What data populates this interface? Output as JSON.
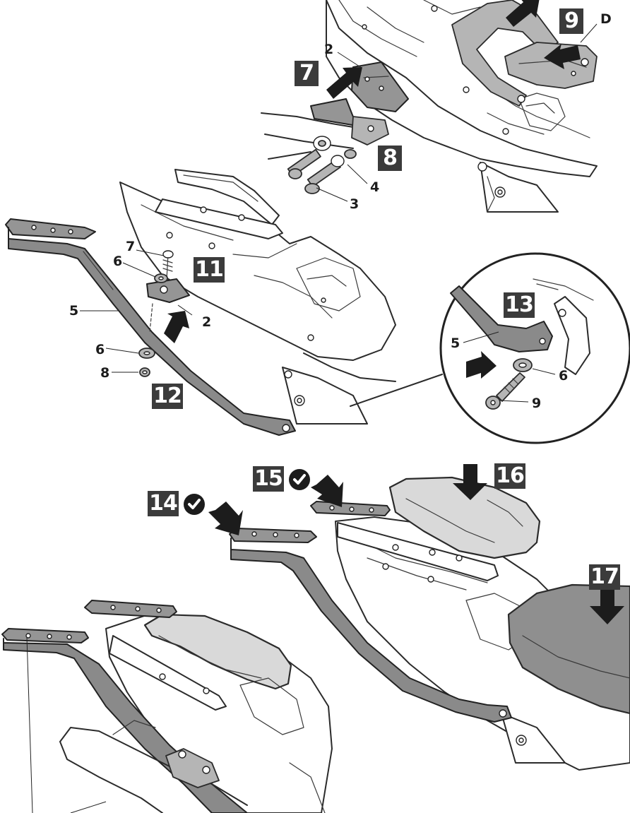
{
  "steps": {
    "s7": "7",
    "s8": "8",
    "s9": "9",
    "s11": "11",
    "s12": "12",
    "s13": "13",
    "s14": "14",
    "s15": "15",
    "s16": "16",
    "s17": "17"
  },
  "parts": {
    "p2_top": "2",
    "p4": "4",
    "p3": "3",
    "pD": "D",
    "p7": "7",
    "p6_left_upper": "6",
    "p5_left": "5",
    "p2_mid": "2",
    "p6_left_lower": "6",
    "p8": "8",
    "p5_detail": "5",
    "p6_detail": "6",
    "p9_detail": "9"
  },
  "icons": {
    "push_arrow": "push-arrow-icon",
    "check": "checkmark-icon"
  },
  "colors": {
    "step_box": "#3b3b3b",
    "step_text": "#ffffff",
    "line": "#2b2b2b",
    "metal": "#8a8a8a",
    "seat_light": "#d9d9d9",
    "seat_dark": "#8f8f8f"
  }
}
